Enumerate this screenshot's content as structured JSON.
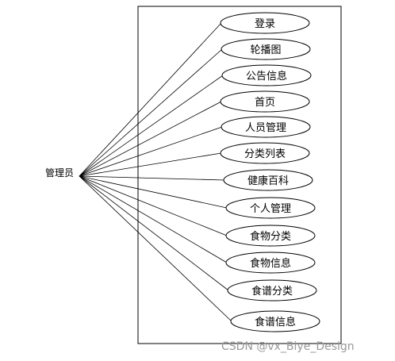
{
  "actor": {
    "label": "管理员"
  },
  "use_cases": [
    {
      "label": "登录"
    },
    {
      "label": "轮播图"
    },
    {
      "label": "公告信息"
    },
    {
      "label": "首页"
    },
    {
      "label": "人员管理"
    },
    {
      "label": "分类列表"
    },
    {
      "label": "健康百科"
    },
    {
      "label": "个人管理"
    },
    {
      "label": "食物分类"
    },
    {
      "label": "食物信息"
    },
    {
      "label": "食谱分类"
    },
    {
      "label": "食谱信息"
    }
  ],
  "watermark": {
    "text": "CSDN @vx_Biye_Design"
  },
  "colors": {
    "stroke": "#000000",
    "background": "#ffffff",
    "watermark": "#9a9a9a"
  }
}
